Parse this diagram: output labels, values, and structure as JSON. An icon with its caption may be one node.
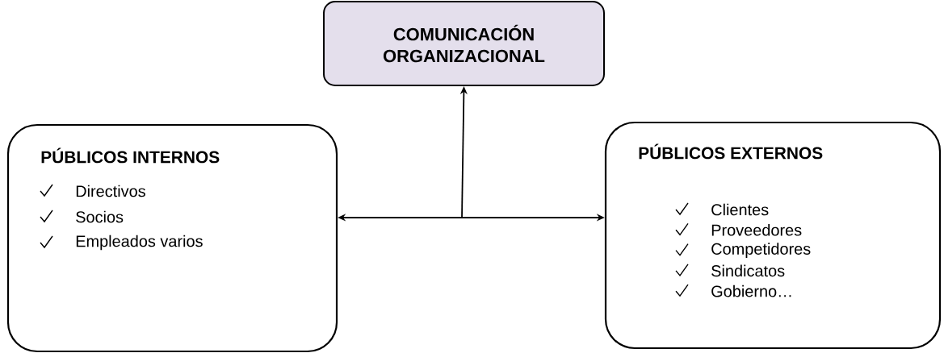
{
  "diagram": {
    "nodes": [
      {
        "text": [
          "COMUNICACIÓN ORGANIZACIONAL"
        ]
      },
      {
        "text": [
          "PÚBLICOS INTERNOS",
          "Directivos",
          "Socios",
          "Empleados varios"
        ]
      },
      {
        "text": [
          "PÚBLICOS EXTERNOS",
          "Clientes",
          "Proveedores",
          "Competidores",
          "Sindicatos",
          "Gobierno…"
        ]
      }
    ],
    "edges": [
      {
        "from": 1,
        "to": 2,
        "arrow": "both"
      },
      {
        "from": null,
        "to": 0,
        "arrow": "to"
      }
    ]
  }
}
